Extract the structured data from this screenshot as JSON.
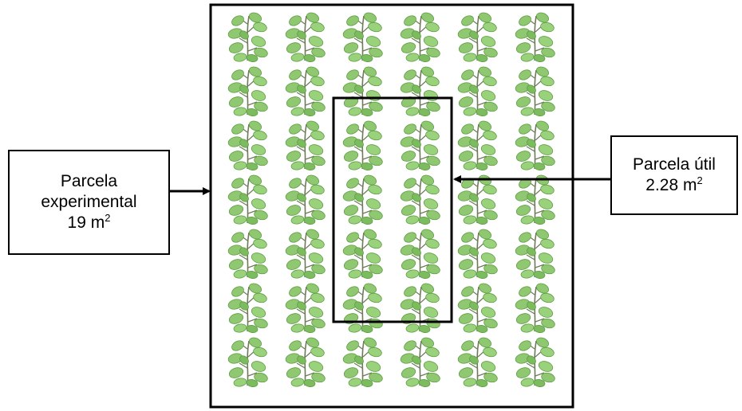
{
  "plot": {
    "rows": 7,
    "cols": 6,
    "useful_area_rows": [
      2,
      6
    ],
    "useful_area_cols": [
      2,
      3
    ],
    "colors": {
      "leaf": "#8fc870",
      "leaf_shade": "#5e9e46",
      "stem": "#6f7a5a",
      "border": "#000000"
    }
  },
  "labels": {
    "experimental": {
      "line1": "Parcela",
      "line2": "experimental",
      "value": "19 m",
      "exponent": "2"
    },
    "useful": {
      "line1": "Parcela útil",
      "value": "2.28 m",
      "exponent": "2"
    }
  }
}
